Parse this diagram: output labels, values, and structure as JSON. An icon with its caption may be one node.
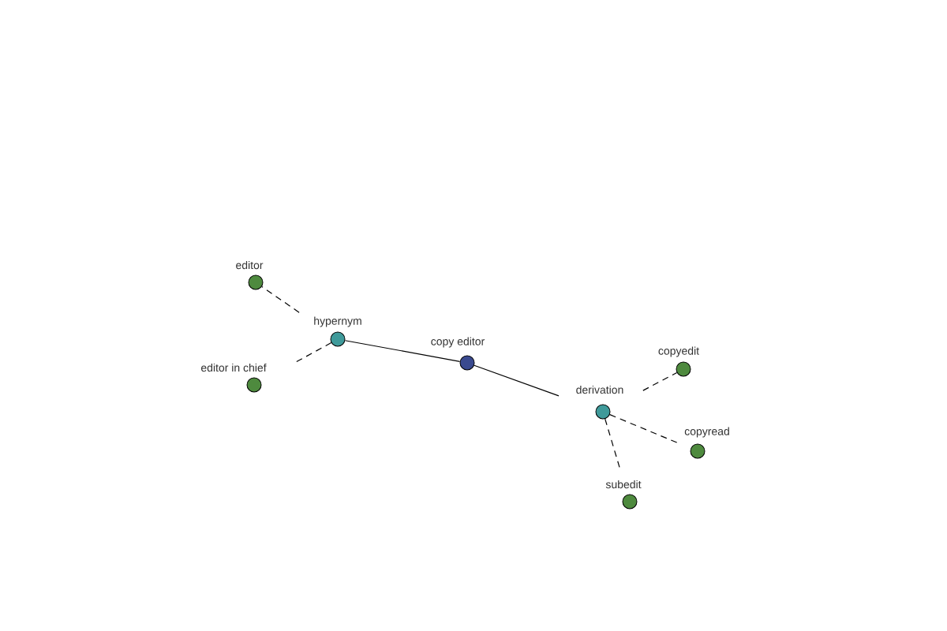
{
  "diagram": {
    "nodes": [
      {
        "text": [
          "editor"
        ]
      },
      {
        "text": [
          "hypernym"
        ]
      },
      {
        "text": [
          "editor in chief"
        ]
      },
      {
        "text": [
          "copy editor"
        ]
      },
      {
        "text": [
          "derivation"
        ]
      },
      {
        "text": [
          "copyedit"
        ]
      },
      {
        "text": [
          "copyread"
        ]
      },
      {
        "text": [
          "subedit"
        ]
      }
    ],
    "edges": [
      {
        "from": 1,
        "to": 0,
        "arrow": "none",
        "style": "dashed"
      },
      {
        "from": 1,
        "to": 2,
        "arrow": "none",
        "style": "dashed"
      },
      {
        "from": 1,
        "to": 3,
        "arrow": "none"
      },
      {
        "from": 3,
        "to": 4,
        "arrow": "none"
      },
      {
        "from": 4,
        "to": 5,
        "arrow": "none",
        "style": "dashed"
      },
      {
        "from": 4,
        "to": 6,
        "arrow": "none",
        "style": "dashed"
      },
      {
        "from": 4,
        "to": 7,
        "arrow": "none",
        "style": "dashed"
      }
    ]
  }
}
